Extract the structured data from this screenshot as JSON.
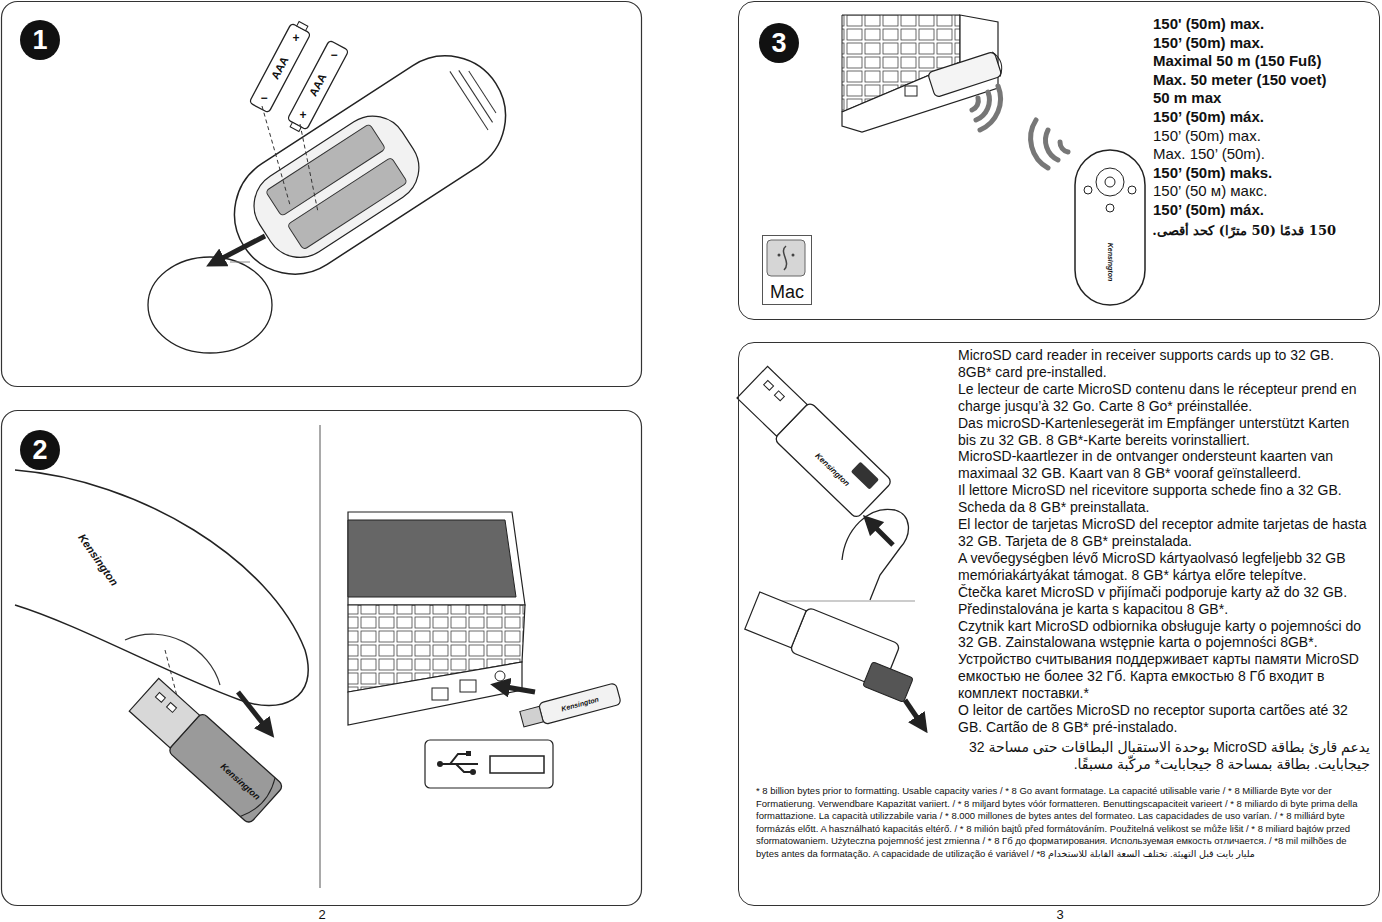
{
  "diagram": {
    "nodes": [
      {
        "text": [
          "1"
        ]
      },
      {
        "text": [
          "2"
        ]
      },
      {
        "text": [
          "150' (50m) max.",
          "150’ (50m) max.",
          "Maximal 50 m (150 Fuß)",
          "Max. 50 meter (150 voet)",
          "50 m max",
          "150’ (50m) máx.",
          "150’ (50m) max.",
          "Max. 150’ (50m).",
          "150’ (50m) maks.",
          "150’ (50 м) макс.",
          "150’ (50m) máx.",
          "150 قدمًا (50 مترًا) كحد أقصى."
        ]
      },
      {
        "text": [
          "3"
        ],
        "in": 2
      },
      {
        "text": [
          "Mac"
        ],
        "in": 2
      },
      {
        "text": [
          "MicroSD card reader in receiver supports cards up to 32 GB. 8GB* card pre-installed.",
          "Le lecteur de carte MicroSD contenu dans le récepteur prend en charge jusqu’à 32 Go. Carte 8 Go* préinstallée.",
          "Das microSD-Kartenlesegerät im Empfänger unterstützt Karten bis zu 32 GB. 8 GB*-Karte bereits vorinstalliert.",
          "MicroSD-kaartlezer in de ontvanger ondersteunt kaarten van maximaal 32 GB. Kaart van 8 GB* vooraf geïnstalleerd.",
          "Il lettore MicroSD nel ricevitore supporta schede fino a 32 GB. Scheda da 8 GB* preinstallata.",
          "El lector de tarjetas MicroSD del receptor admite tarjetas de hasta 32 GB. Tarjeta de 8 GB* preinstalada.",
          "A vevőegységben lévő MicroSD kártyaolvasó legfeljebb 32 GB memóriakártyákat támogat. 8 GB* kártya előre telepítve.",
          "Čtečka karet MicroSD v přijímači podporuje karty až do 32 GB. Předinstalována je karta s kapacitou 8 GB*.",
          "Czytnik kart MicroSD odbiornika obsługuje karty o pojemności do 32 GB. Zainstalowana wstępnie karta o pojemności 8GB*.",
          "Устройство считывания поддерживает карты памяти MicroSD емкостью не более 32 Гб. Карта емкостью 8 Гб входит в комплект поставки.*",
          "O leitor de cartões MicroSD no receptor suporta cartões até 32 GB. Cartão de 8 GB* pré-instalado.",
          "يدعم قارئ بطاقة MicroSD بوحدة الاستقبال البطاقات حتى مساحة 32 جيجابايت. بطاقة بمساحة 8 جيجابايت* مركّبة مسبقًا.",
          "* 8 billion bytes prior to formatting. Usable capacity varies / * 8 Go avant formatage. La capacité utilisable varie / * 8 Milliarde Byte vor der Formatierung. Verwendbare Kapazität variiert. / * 8 miljard bytes vóór formatteren. Benuttingscapaciteit varieert / * 8 miliardo di byte prima della formattazione. La capacità utilizzabile varia / * 8.000 millones de bytes antes del formateo. Las capacidades de uso varían. / * 8 milliárd byte formázás előtt. A használható kapacitás eltérő. / * 8 milión bajtů před formátováním. Použitelná velikost se může lišit / * 8 miliard bajtów przed sformatowaniem. Użyteczna pojemność jest zmienna / * 8 Гб до форматирования. Используемая емкость отличается. / *8 mil milhões de bytes antes da formatação. A capacidade de utilização é variável / *8 مليار بايت قبل التهيئة. تختلف السعة القابلة للاستخدام"
        ]
      }
    ],
    "labels": [
      "AAA",
      "AAA",
      "+",
      "−",
      "−",
      "+",
      "Kensington",
      "Kensington",
      "Kensington",
      "Kensington",
      "Kensington",
      "2",
      "3"
    ]
  }
}
